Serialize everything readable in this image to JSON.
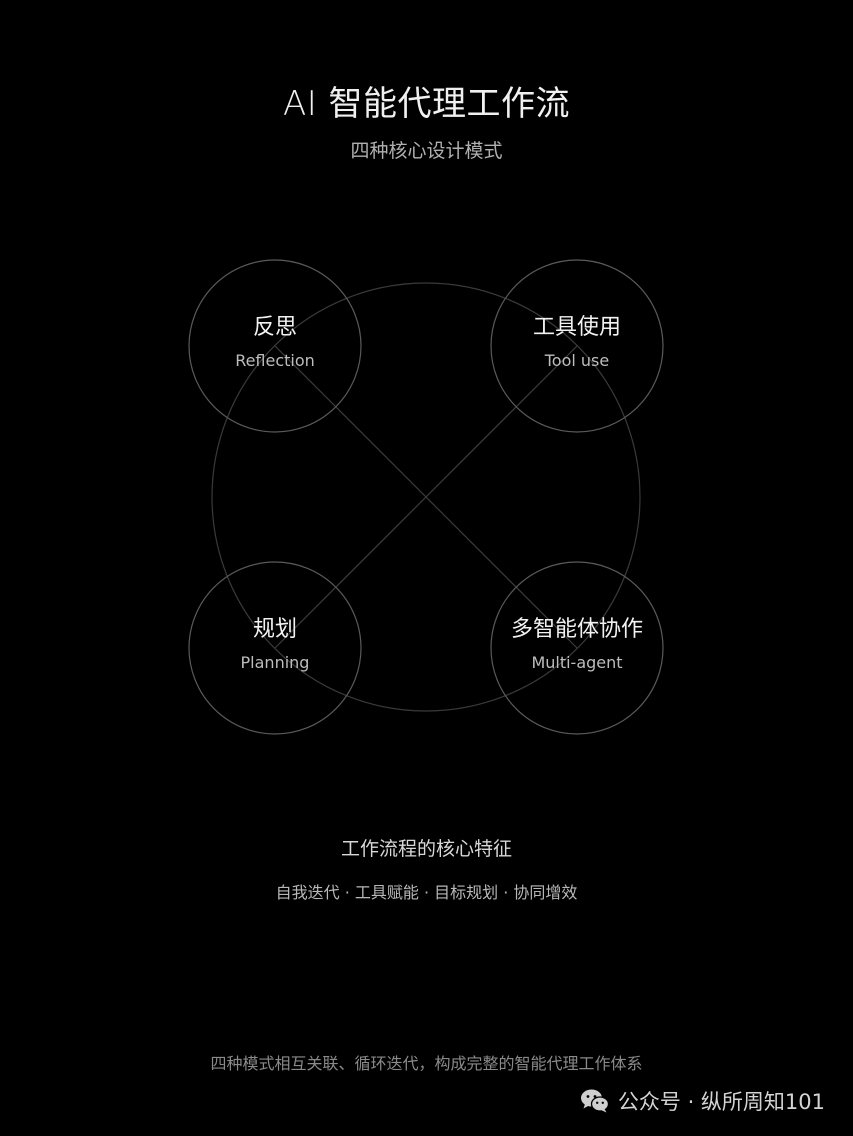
{
  "header": {
    "title": "AI 智能代理工作流",
    "subtitle": "四种核心设计模式"
  },
  "nodes": [
    {
      "id": "reflection",
      "label": "反思",
      "sub": "Reflection"
    },
    {
      "id": "tool-use",
      "label": "工具使用",
      "sub": "Tool use"
    },
    {
      "id": "planning",
      "label": "规划",
      "sub": "Planning"
    },
    {
      "id": "multi-agent",
      "label": "多智能体协作",
      "sub": "Multi-agent"
    }
  ],
  "features": {
    "heading": "工作流程的核心特征",
    "list": "自我迭代 · 工具赋能 · 目标规划 · 协同增效"
  },
  "footer": {
    "note": "四种模式相互关联、循环迭代，构成完整的智能代理工作体系"
  },
  "watermark": {
    "icon": "wechat-icon",
    "text": "公众号 · 纵所周知101"
  },
  "colors": {
    "background": "#000000",
    "line": "#4a4a4a",
    "circle_stroke": "#5a5a5a"
  }
}
